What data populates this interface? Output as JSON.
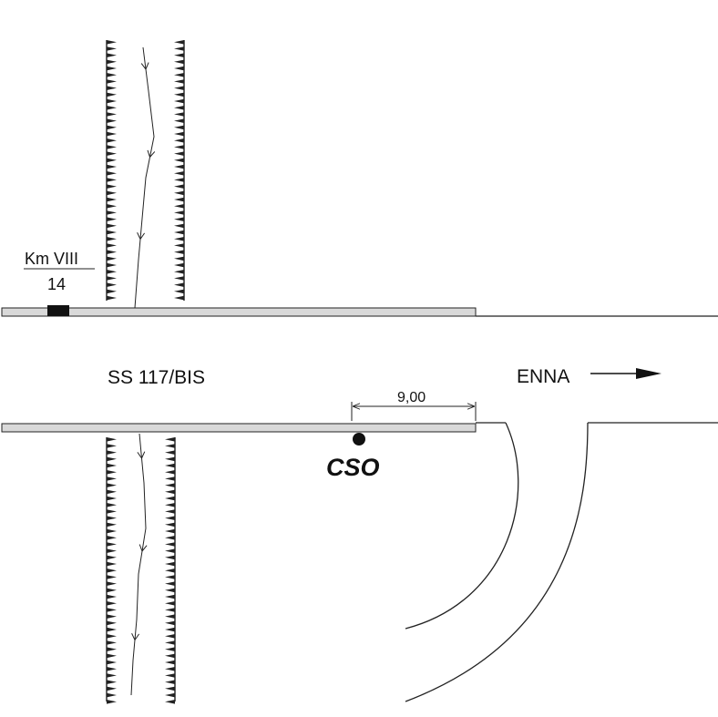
{
  "road": {
    "label": "SS 117/BIS"
  },
  "km_marker": {
    "top": "Km VIII",
    "bottom": "14"
  },
  "point": {
    "label": "CSO"
  },
  "dimension": {
    "value": "9,00"
  },
  "direction": {
    "label": "ENNA"
  }
}
